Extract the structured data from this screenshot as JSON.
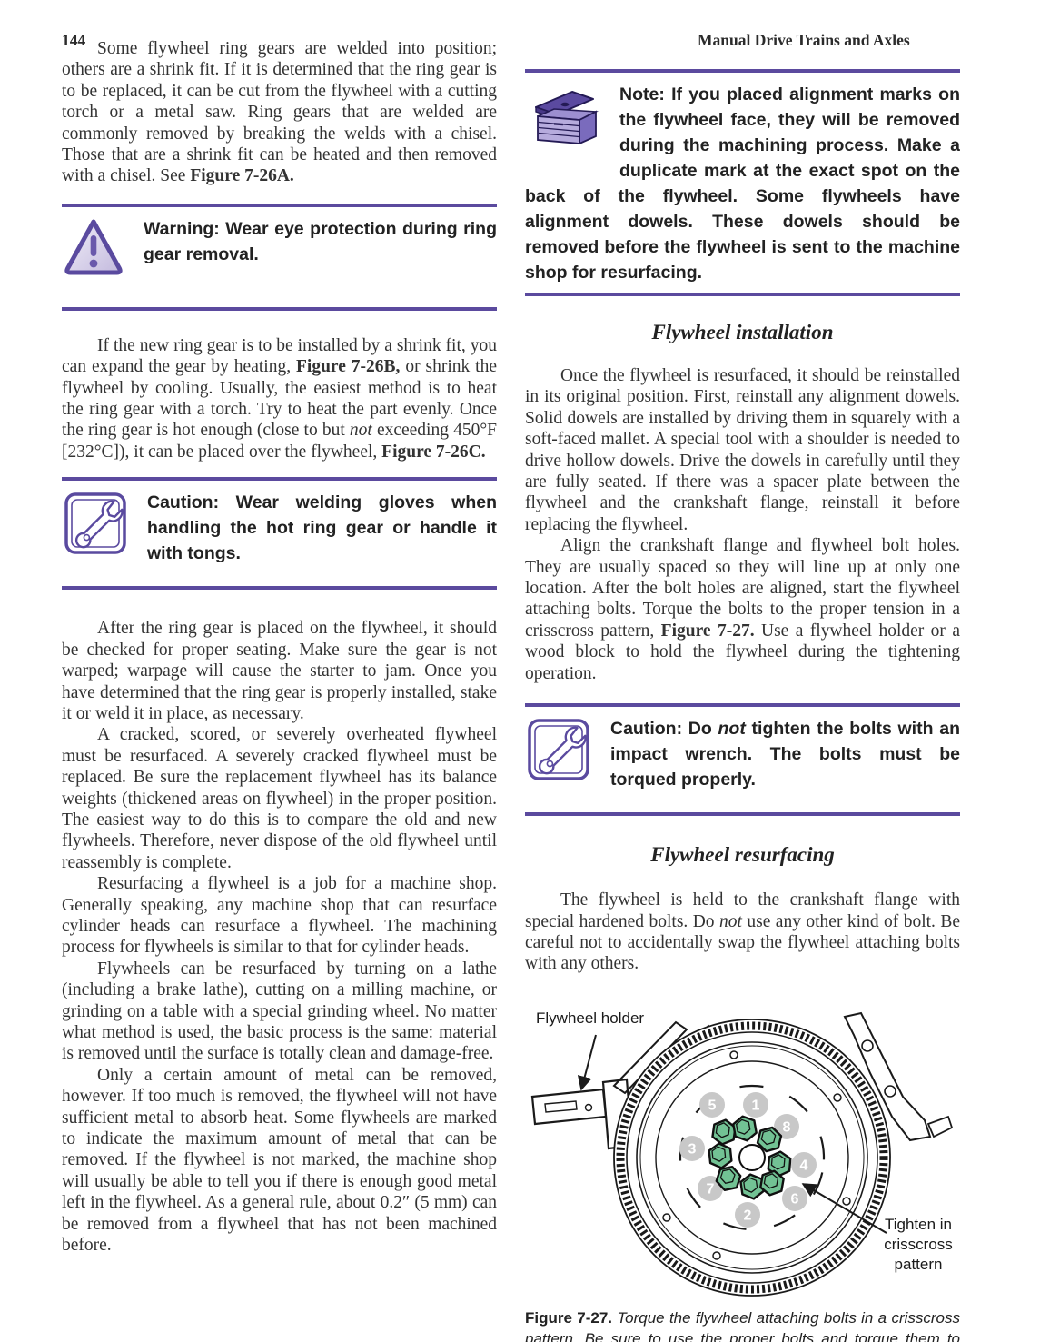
{
  "page": {
    "number": "144",
    "running_head": "Manual Drive Trains and Axles"
  },
  "colors": {
    "accent_purple": "#5b4a9e",
    "bolt_green": "#72c294",
    "number_circle_gray": "#c8c8c8"
  },
  "left": {
    "para1": [
      {
        "t": "Some flywheel ring gears are welded into position; others are a shrink fit. If it is determined that the ring gear is to be replaced, it can be cut from the flywheel with a cutting torch or a metal saw. Ring gears that are welded are commonly removed by breaking the welds with a chisel. Those that are a shrink fit can be heated and then removed with a chisel. See "
      },
      {
        "t": "Figure 7-26A.",
        "s": "b"
      }
    ],
    "warning": {
      "icon": "warning-triangle-icon",
      "text": [
        {
          "t": "Warning: Wear eye protection during ring gear removal."
        }
      ]
    },
    "para2": [
      {
        "t": "If the new ring gear is to be installed by a shrink fit, you can expand the gear by heating, "
      },
      {
        "t": "Figure 7-26B,",
        "s": "b"
      },
      {
        "t": " or shrink the flywheel by cooling. Usually, the easiest method is to heat the ring gear with a torch. Try to heat the part evenly. Once the ring gear is hot enough (close to but "
      },
      {
        "t": "not",
        "s": "i"
      },
      {
        "t": " exceeding 450°F [232°C]), it can be placed over the flywheel, "
      },
      {
        "t": "Figure 7-26C.",
        "s": "b"
      }
    ],
    "caution": {
      "icon": "wrench-icon",
      "text": [
        {
          "t": "Caution: Wear welding gloves when handling the hot ring gear or handle it with tongs."
        }
      ]
    },
    "para3": [
      {
        "t": "After the ring gear is placed on the flywheel, it should be checked for proper seating. Make sure the gear is not warped; warpage will cause the starter to jam. Once you have determined that the ring gear is properly installed, stake it or weld it in place, as necessary."
      }
    ],
    "para4": [
      {
        "t": "A cracked, scored, or severely overheated flywheel must be resurfaced. A severely cracked flywheel must be replaced. Be sure the replacement flywheel has its balance weights (thickened areas on flywheel) in the proper position. The easiest way to do this is to compare the old and new flywheels. Therefore, never dispose of the old flywheel until reassembly is complete."
      }
    ],
    "para5": [
      {
        "t": "Resurfacing a flywheel is a job for a machine shop. Generally speaking, any machine shop that can resurface cylinder heads can resurface a flywheel. The machining process for flywheels is similar to that for cylinder heads."
      }
    ],
    "para6": [
      {
        "t": "Flywheels can be resurfaced by turning on a lathe (including a brake lathe), cutting on a milling machine, or grinding on a table with a special grinding wheel. No matter what method is used, the basic process is the same: material is removed until the surface is totally clean and damage-free."
      }
    ],
    "para7": [
      {
        "t": "Only a certain amount of metal can be removed, however. If too much is removed, the flywheel will not have sufficient metal to absorb heat. Some flywheels are marked to indicate the maximum amount of metal that can be removed. If the flywheel is not marked, the machine shop will usually be able to tell you if there is enough good metal left in the flywheel. As a general rule, about 0.2″ (5 mm) can be removed from a flywheel that has not been machined before."
      }
    ]
  },
  "right": {
    "note": {
      "icon": "toolbox-icon",
      "text": [
        {
          "t": "Note: If you placed alignment marks on the flywheel face, they will be removed during the machining process. Make a duplicate mark at the exact spot on the back of the flywheel. Some flywheels have alignment dowels. These dowels should be removed before the flywheel is sent to the machine shop for resurfacing."
        }
      ]
    },
    "heading_installation": "Flywheel installation",
    "para1": [
      {
        "t": "Once the flywheel is resurfaced, it should be reinstalled in its original position. First, reinstall any alignment dowels. Solid dowels are installed by driving them in squarely with a soft-faced mallet. A special tool with a shoulder is needed to drive hollow dowels. Drive the dowels in carefully until they are fully seated. If there was a spacer plate between the flywheel and the crankshaft flange, reinstall it before replacing the flywheel."
      }
    ],
    "para2": [
      {
        "t": "Align the crankshaft flange and flywheel bolt holes. They are usually spaced so they will line up at only one location. After the bolt holes are aligned, start the flywheel attaching bolts. Torque the bolts to the proper tension in a crisscross pattern, "
      },
      {
        "t": "Figure 7-27.",
        "s": "b"
      },
      {
        "t": " Use a flywheel holder or a wood block to hold the flywheel during the tightening operation."
      }
    ],
    "caution": {
      "icon": "wrench-icon",
      "text": [
        {
          "t": "Caution: Do "
        },
        {
          "t": "not",
          "s": "i"
        },
        {
          "t": " tighten the bolts with an impact wrench. The bolts must be torqued properly."
        }
      ]
    },
    "heading_resurfacing": "Flywheel resurfacing",
    "para3": [
      {
        "t": "The flywheel is held to the crankshaft flange with special hardened bolts. Do "
      },
      {
        "t": "not",
        "s": "i"
      },
      {
        "t": " use any other kind of bolt. Be careful not to accidentally swap the flywheel attaching bolts with any others."
      }
    ]
  },
  "figure": {
    "holder_label": "Flywheel holder",
    "tighten_label": "Tighten in crisscross pattern",
    "bolt_numbers": [
      "1",
      "2",
      "3",
      "4",
      "5",
      "6",
      "7",
      "8"
    ],
    "caption": [
      {
        "t": "Figure 7-27.",
        "s": "b"
      },
      {
        "t": " Torque the flywheel attaching bolts in a crisscross pattern. Be sure to use the proper bolts and torque them to specification. Do not use an impact wrench to tighten the bolts. (Honda)",
        "s": "i"
      }
    ]
  }
}
